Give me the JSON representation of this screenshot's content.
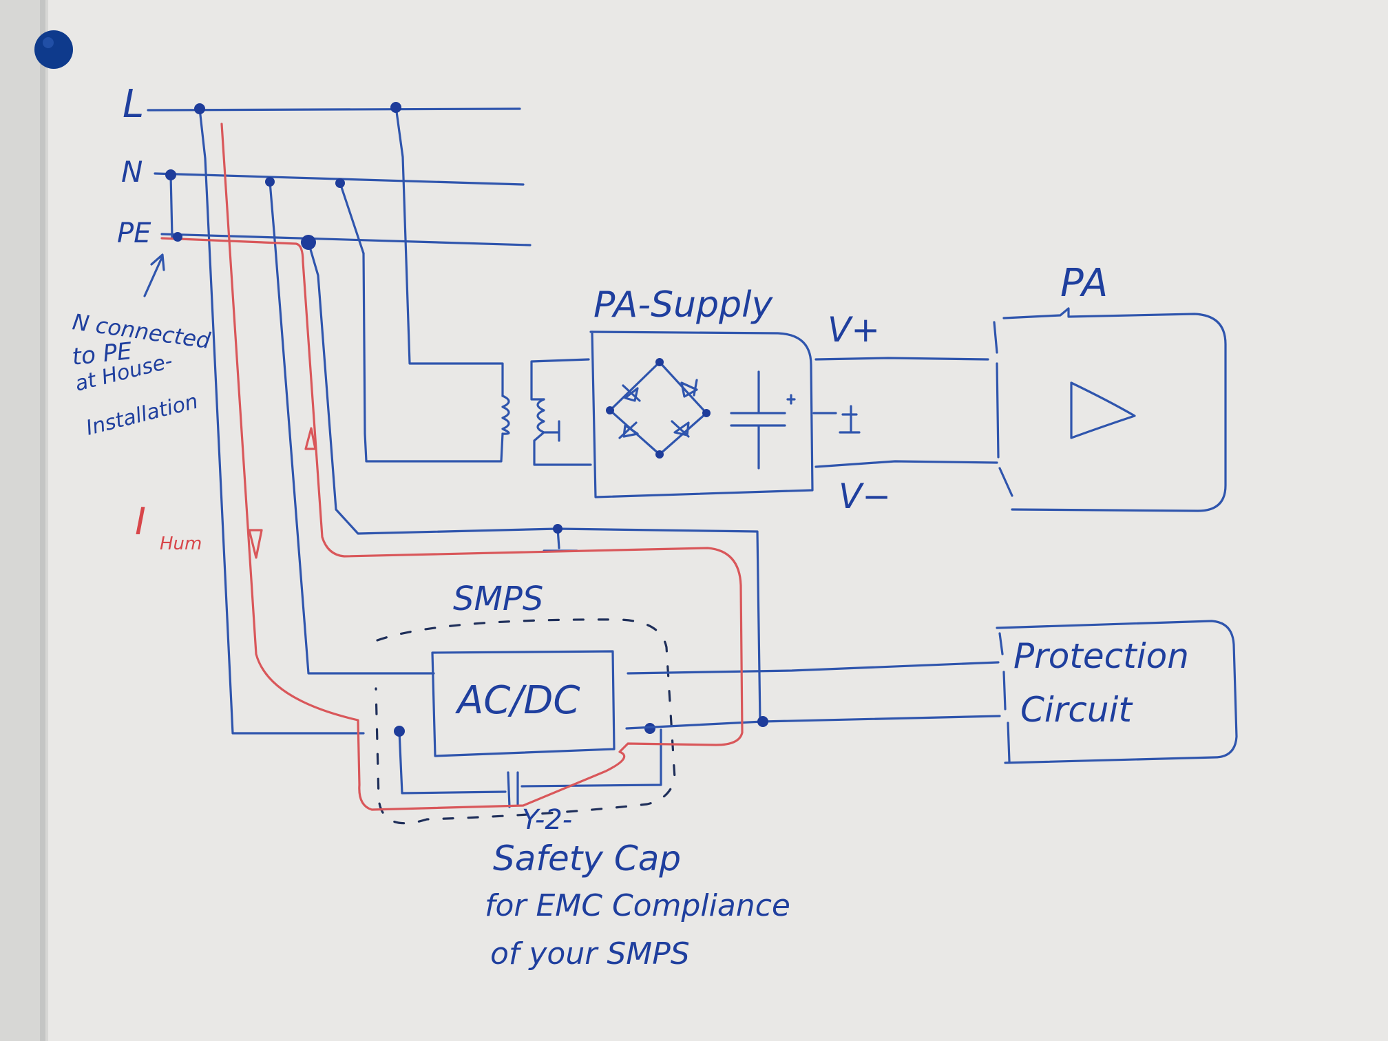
{
  "colors": {
    "board": "#e9e8e6",
    "frame": "#cfd0cf",
    "blue_marker": "#2f55ad",
    "blue_text": "#1f3f9e",
    "red_marker": "#d9575a",
    "magnet": "#0e3a8c"
  },
  "labels": {
    "line_L": "L",
    "line_N": "N",
    "line_PE": "PE",
    "note_n_pe": [
      "N connected",
      "to PE",
      "at House-",
      "Installation"
    ],
    "current": "I",
    "current_sub": "Hum",
    "pa_supply": "PA-Supply",
    "v_plus": "V+",
    "v_minus": "V−",
    "pa": "PA",
    "smps": "SMPS",
    "acdc": "AC/DC",
    "protection": [
      "Protection",
      "Circuit"
    ],
    "y2": "Y-2-",
    "cap_note": [
      "Safety Cap",
      "for EMC Compliance",
      "of your SMPS"
    ]
  }
}
